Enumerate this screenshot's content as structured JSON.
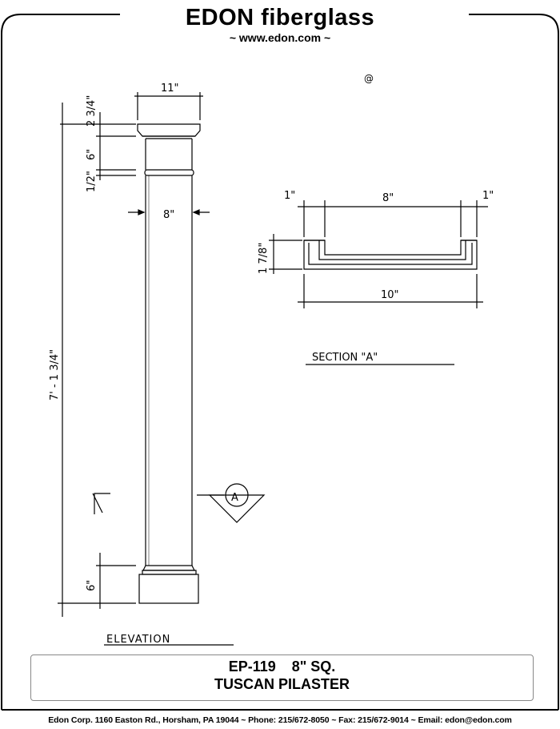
{
  "header": {
    "brand": "EDON fiberglass",
    "url": "~ www.edon.com ~"
  },
  "drawing": {
    "elevation": {
      "label": "ELEVATION",
      "dim_capital_width": "11\"",
      "dim_cap_height": "2 3/4\"",
      "dim_neck_height": "6\"",
      "dim_astragal": "1/2\"",
      "dim_shaft_width": "8\"",
      "dim_overall_height": "7' - 1 3/4\"",
      "dim_base_height": "6\"",
      "section_marker": "A"
    },
    "section": {
      "label": "SECTION \"A\"",
      "dim_return_left": "1\"",
      "dim_face": "8\"",
      "dim_return_right": "1\"",
      "dim_depth": "1 7/8\"",
      "dim_total_width": "10\""
    }
  },
  "title_block": {
    "model": "EP-119    8\" SQ.",
    "product": "TUSCAN PILASTER"
  },
  "footer": "Edon Corp. 1160 Easton Rd.,  Horsham, PA 19044 ~ Phone: 215/672-8050 ~ Fax:  215/672-9014 ~ Email: edon@edon.com"
}
